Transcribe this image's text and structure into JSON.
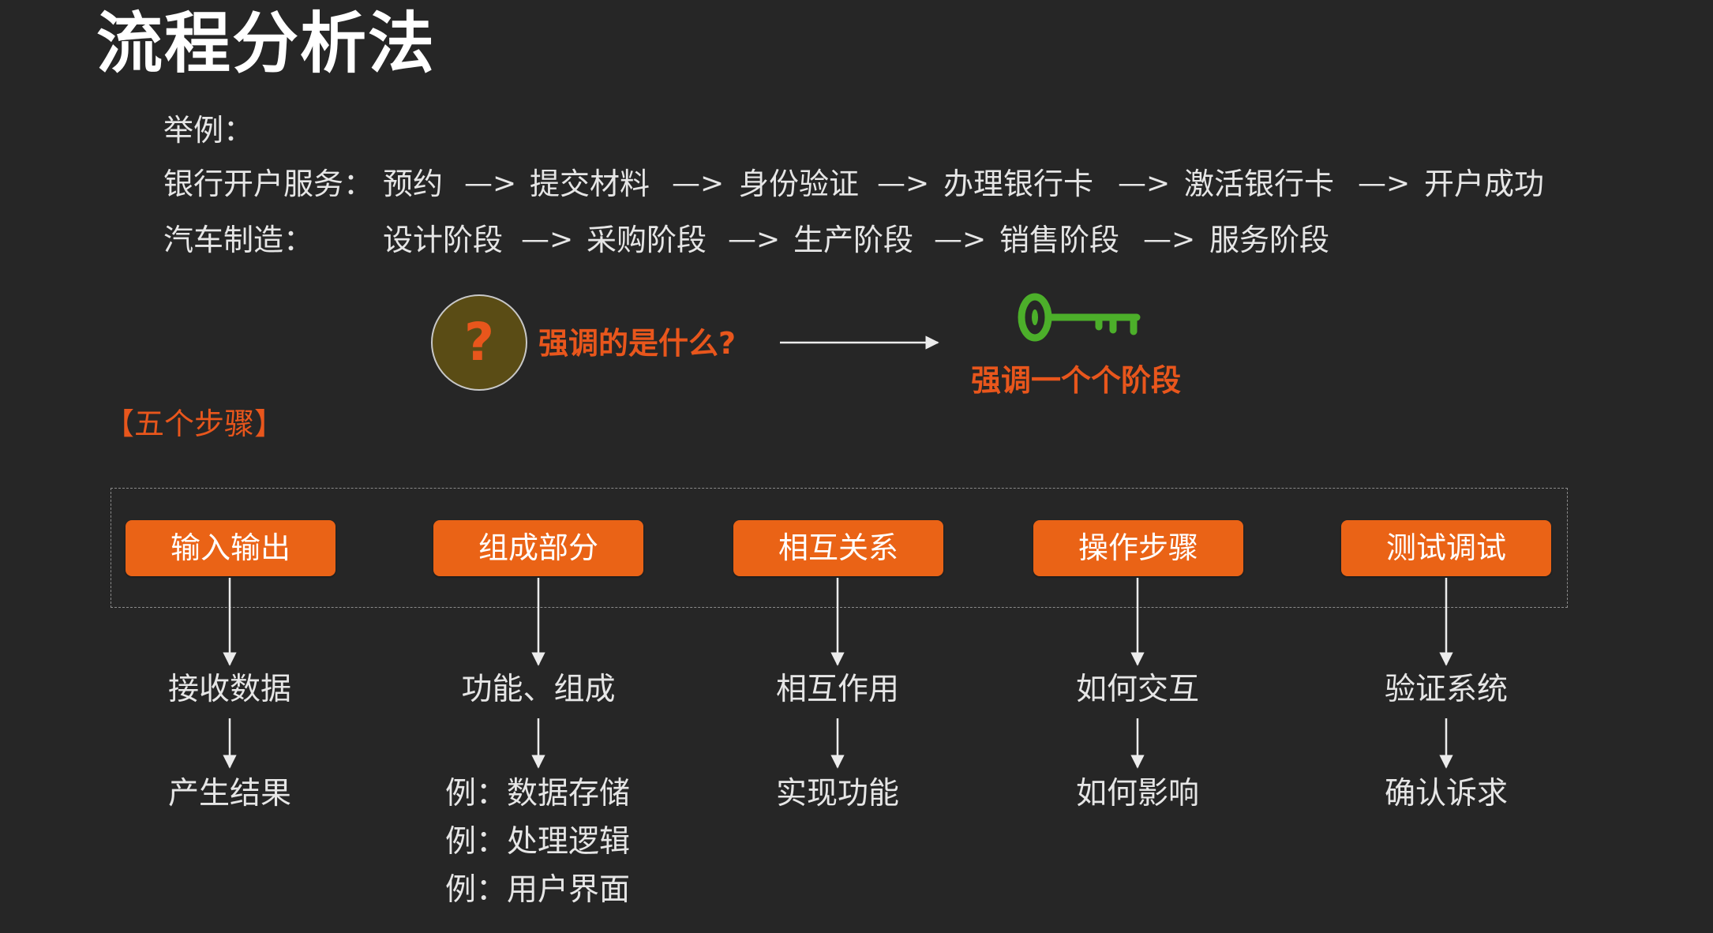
{
  "title": "流程分析法",
  "example": {
    "label": "举例："
  },
  "bank": {
    "label": "银行开户服务：",
    "steps": [
      "预约",
      "提交材料",
      "身份验证",
      "办理银行卡",
      "激活银行卡",
      "开户成功"
    ],
    "arrow": "—>"
  },
  "car": {
    "label": "汽车制造：",
    "steps": [
      "设计阶段",
      "采购阶段",
      "生产阶段",
      "销售阶段",
      "服务阶段"
    ],
    "arrow": "—>"
  },
  "question": {
    "mark": "?",
    "text": "强调的是什么?"
  },
  "answer": {
    "text": "强调一个个阶段"
  },
  "five_steps": {
    "label": "【五个步骤】",
    "columns": [
      {
        "box": "输入输出",
        "level1": "接收数据",
        "level2": [
          "产生结果"
        ]
      },
      {
        "box": "组成部分",
        "level1": "功能、组成",
        "level2": [
          "例：数据存储",
          "例：处理逻辑",
          "例：用户界面"
        ]
      },
      {
        "box": "相互关系",
        "level1": "相互作用",
        "level2": [
          "实现功能"
        ]
      },
      {
        "box": "操作步骤",
        "level1": "如何交互",
        "level2": [
          "如何影响"
        ]
      },
      {
        "box": "测试调试",
        "level1": "验证系统",
        "level2": [
          "确认诉求"
        ]
      }
    ]
  },
  "colors": {
    "background": "#262626",
    "accent": "#ea6316",
    "highlight_text": "#e8561c",
    "key": "#4caf2a",
    "question_circle": "#5a4c15"
  },
  "icons": {
    "question": "question-mark-circle-icon",
    "key": "key-icon",
    "arrow": "right-arrow-icon"
  }
}
